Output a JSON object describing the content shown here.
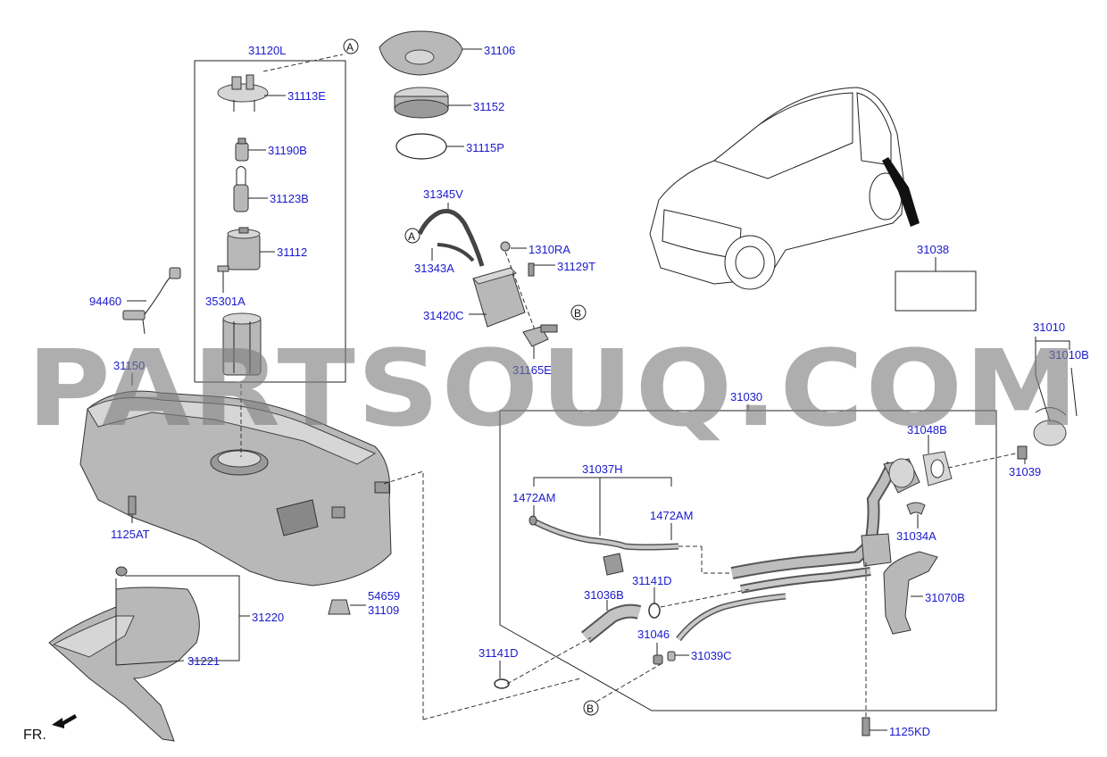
{
  "watermark": "PARTSOUQ.COM",
  "orientation_label": "FR.",
  "ref_markers": {
    "a": "A",
    "b": "B"
  },
  "parts": {
    "p31120L": "31120L",
    "p31106": "31106",
    "p31113E": "31113E",
    "p31152": "31152",
    "p31115P": "31115P",
    "p31190B": "31190B",
    "p31123B": "31123B",
    "p31112": "31112",
    "p35301A": "35301A",
    "p31345V": "31345V",
    "p1310RA": "1310RA",
    "p31343A": "31343A",
    "p31129T": "31129T",
    "p31420C": "31420C",
    "p31165E": "31165E",
    "p94460": "94460",
    "p31150": "31150",
    "p31038": "31038",
    "p31010": "31010",
    "p31010B": "31010B",
    "p31030": "31030",
    "p31048B": "31048B",
    "p31039": "31039",
    "p31037H": "31037H",
    "p1472AM_left": "1472AM",
    "p1472AM_right": "1472AM",
    "p31034A": "31034A",
    "p1125AT": "1125AT",
    "p31141D_top": "31141D",
    "p31036B": "31036B",
    "p31070B": "31070B",
    "p54659": "54659",
    "p31109": "31109",
    "p31220": "31220",
    "p31221": "31221",
    "p31046": "31046",
    "p31039C": "31039C",
    "p31141D_bottom": "31141D",
    "p1125KD": "1125KD"
  }
}
